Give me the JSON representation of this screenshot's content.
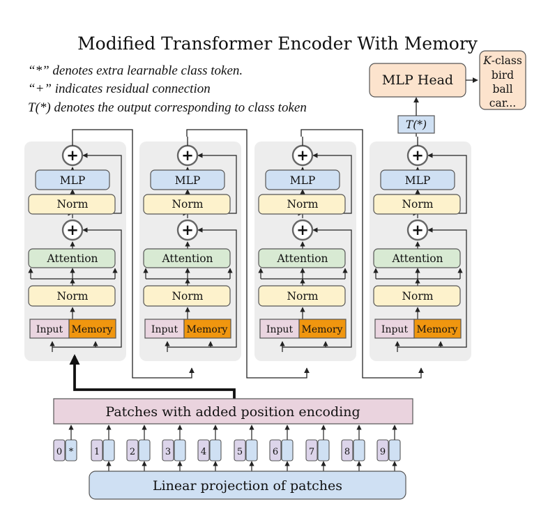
{
  "title": "Modified Transformer Encoder With Memory",
  "notes": [
    "“*” denotes extra learnable class token.",
    "“+” indicates residual connection",
    "T(*) denotes the output corresponding to class token"
  ],
  "block": {
    "plus": "+",
    "mlp": "MLP",
    "norm": "Norm",
    "attention": "Attention",
    "input": "Input",
    "memory": "Memory"
  },
  "output": {
    "t_label": "T(*)",
    "mlp_head": "MLP Head",
    "classes_title_k": "K",
    "classes_title_rest": "-class",
    "classes": [
      "bird",
      "ball",
      "car..."
    ]
  },
  "patch_encoding": "Patches with added position encoding",
  "linear_projection": "Linear projection of patches",
  "tokens": [
    "0",
    "*",
    "1",
    "2",
    "3",
    "4",
    "5",
    "6",
    "7",
    "8",
    "9"
  ],
  "colors": {
    "block_bg": "#ededed",
    "mlp": "#cfe0f3",
    "norm": "#fdf2cc",
    "attention": "#d8ead3",
    "input": "#ead5e0",
    "memory": "#f0960f",
    "head": "#fce3cd",
    "patches": "#ead3de",
    "linear": "#cfe0f3",
    "token_pos": "#dcd4ea",
    "token_patch": "#cfe0f3",
    "stroke": "#555555"
  }
}
